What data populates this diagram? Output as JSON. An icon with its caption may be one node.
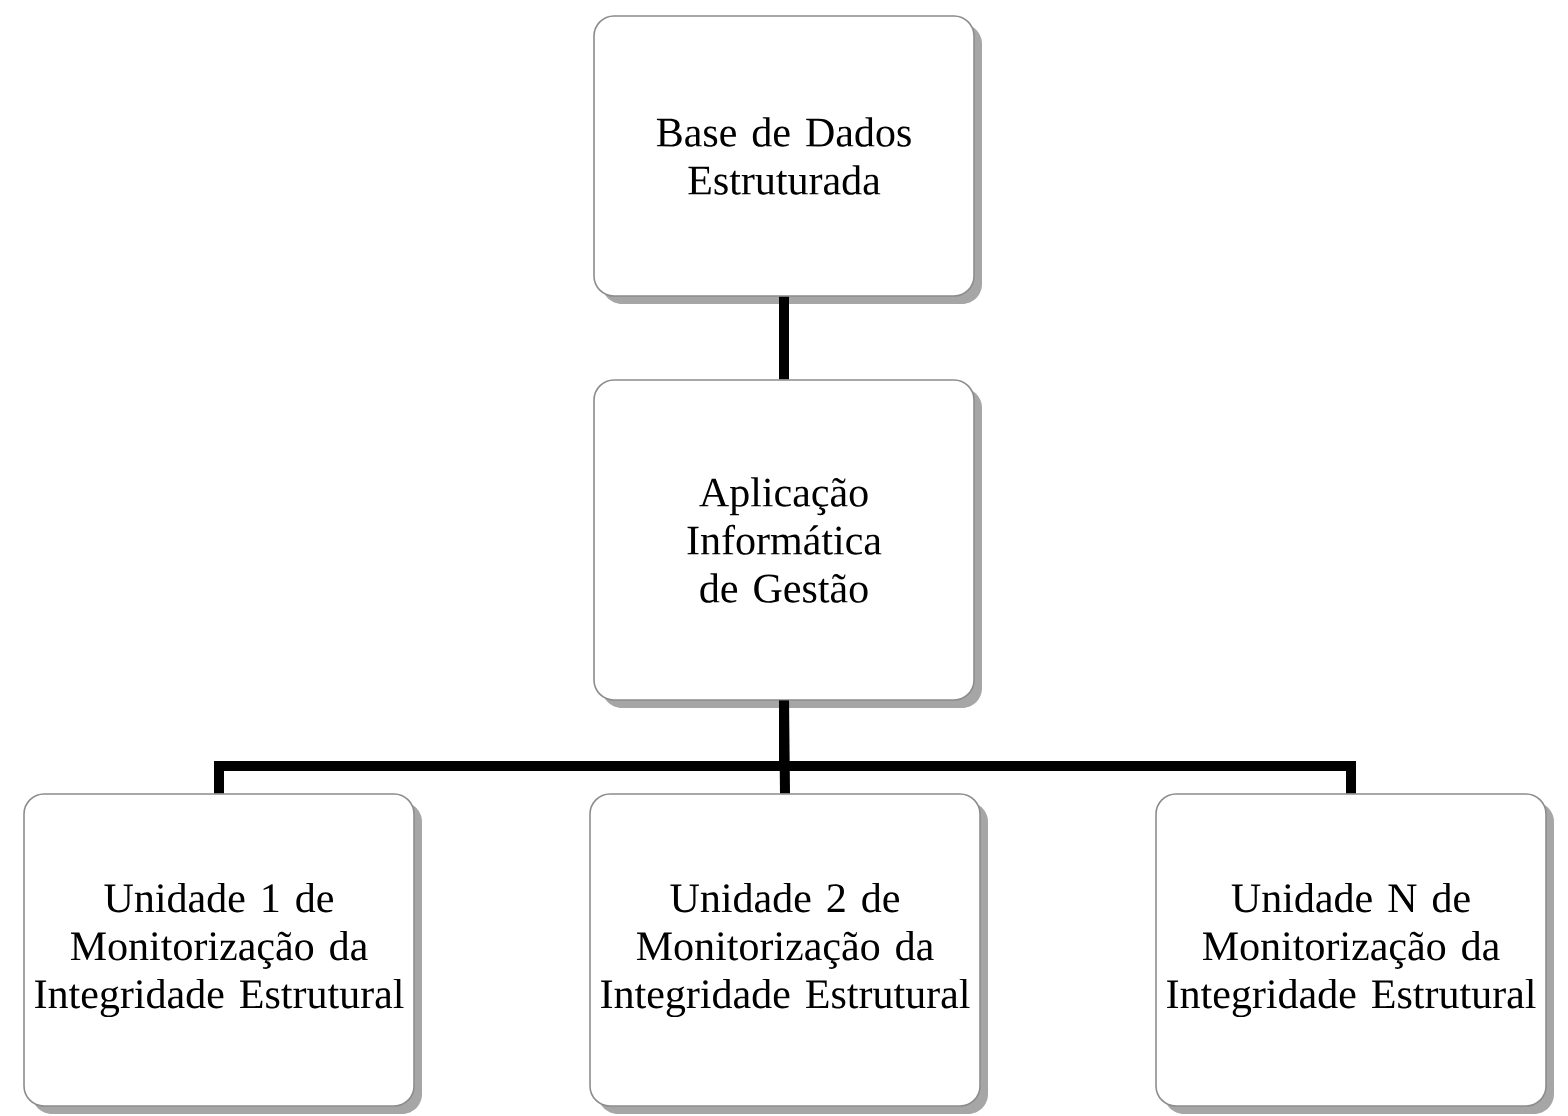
{
  "diagram": {
    "nodes": [
      {
        "text": [
          "Base de Dados Estruturada"
        ]
      },
      {
        "text": [
          "Aplicação Informática de Gestão"
        ]
      },
      {
        "text": [
          "Unidade 1 de Monitorização da Integridade Estrutural"
        ]
      },
      {
        "text": [
          "Unidade 2 de Monitorização da Integridade Estrutural"
        ]
      },
      {
        "text": [
          "Unidade N de Monitorização da Integridade Estrutural"
        ]
      }
    ],
    "edges": [
      {
        "from": 0,
        "to": 1,
        "arrow": "none"
      },
      {
        "from": 1,
        "to": 2,
        "arrow": "none"
      },
      {
        "from": 1,
        "to": 3,
        "arrow": "none"
      },
      {
        "from": 1,
        "to": 4,
        "arrow": "none"
      }
    ]
  }
}
